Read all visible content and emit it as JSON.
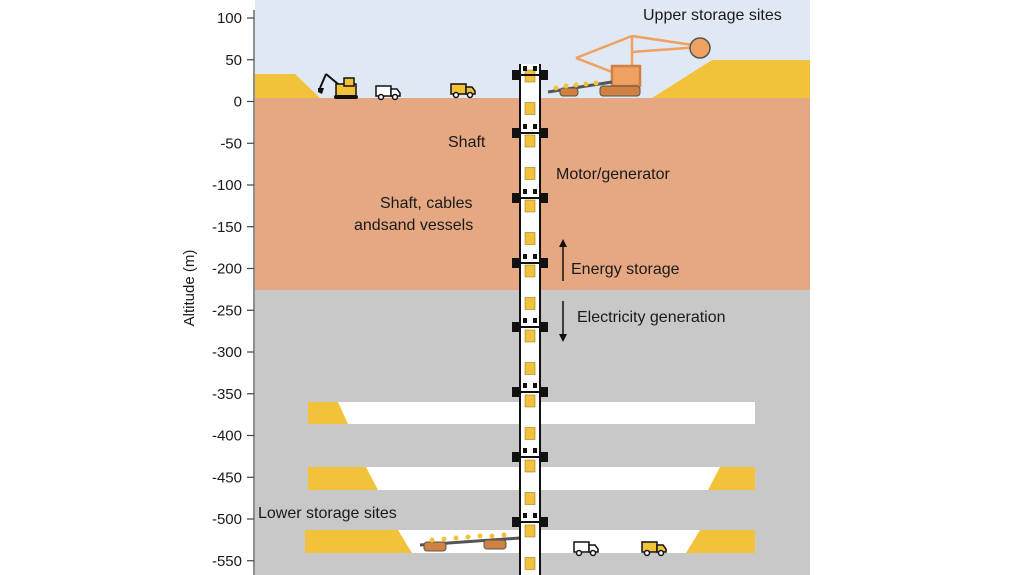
{
  "colors": {
    "sky": "#dfe8f3",
    "earth": "#e5a883",
    "rock": "#c8c8c8",
    "sand": "#f2c33a",
    "tunnel": "#ffffff",
    "machine": "#f0a060",
    "line": "#111111"
  },
  "axis": {
    "title": "Altitude (m)",
    "ticks": [
      "100",
      "50",
      "0",
      "-50",
      "-100",
      "-150",
      "-200",
      "-250",
      "-300",
      "-350",
      "-400",
      "-450",
      "-500",
      "-550"
    ]
  },
  "labels": {
    "upper_storage": "Upper storage sites",
    "shaft": "Shaft",
    "motor_generator": "Motor/generator",
    "shaft_cables_line1": "Shaft, cables",
    "shaft_cables_line2": "andsand vessels",
    "energy_storage": "Energy storage",
    "electricity_generation": "Electricity generation",
    "lower_storage": "Lower storage sites"
  },
  "icons": {
    "excavator": "excavator-icon",
    "truck": "truck-icon",
    "bucket_wheel": "bucket-wheel-excavator-icon",
    "conveyor": "conveyor-icon",
    "motor": "motor-generator-icon",
    "sand_vessel": "sand-vessel-icon"
  }
}
